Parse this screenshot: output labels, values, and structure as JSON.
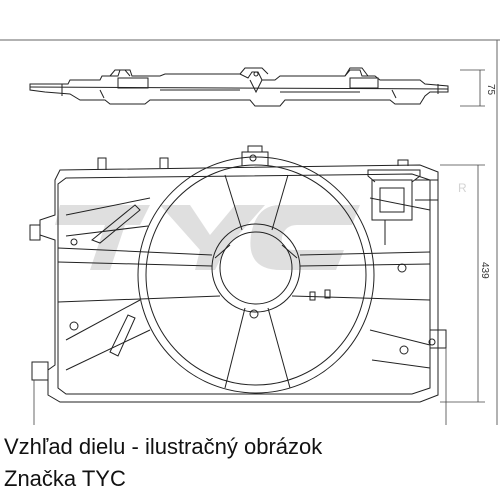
{
  "drawing": {
    "dimension_height_top": "75",
    "dimension_height_front": "439",
    "dimension_width_bottom": "",
    "watermark_text": "TYC",
    "registered_mark": "R",
    "line_color": "#222222",
    "watermark_color": "#dcdcdc"
  },
  "caption": {
    "line1": "Vzhľad dielu - ilustračný obrázok",
    "line2": "Značka TYC"
  }
}
